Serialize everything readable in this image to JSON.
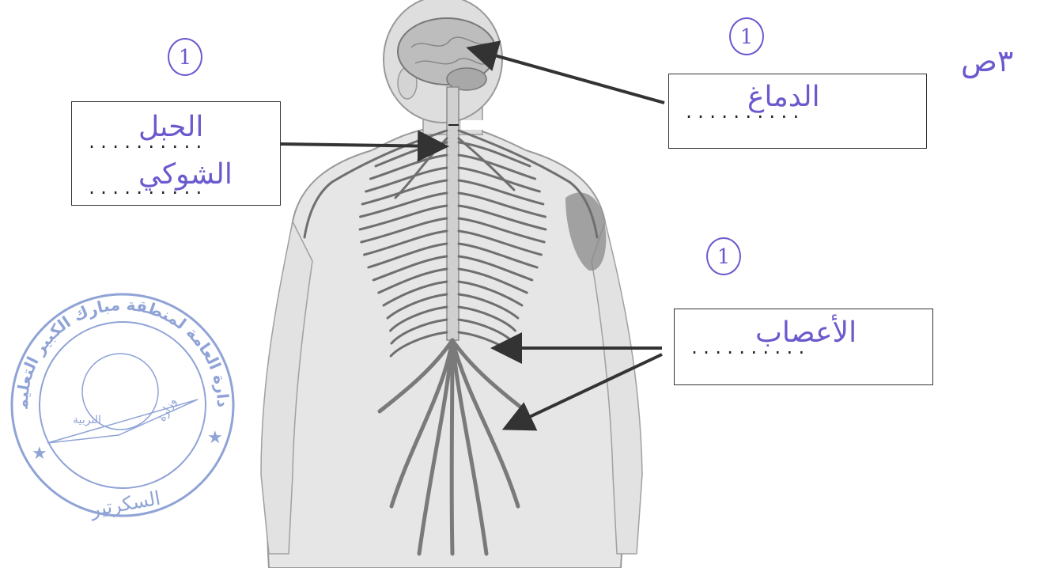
{
  "labels": {
    "spinal_cord_line1": "الحبل",
    "spinal_cord_line2": "الشوكي",
    "brain": "الدماغ",
    "nerves": "الأعصاب"
  },
  "dots": "..........",
  "marks": {
    "left": "1",
    "top_right": "1",
    "middle_right": "1",
    "corner": "٣ص"
  },
  "stamp": {
    "ring_text": "الإدارة العامة لمنطقة مبارك الكبير التعليمية",
    "inner_left": "التربية",
    "inner_right": "وزارة",
    "bottom": "السكرتير"
  },
  "colors": {
    "ink": "#6a5acd",
    "stamp": "#8fa3d6",
    "nerve": "#6f6f6f",
    "skin": "#e6e6e6"
  }
}
